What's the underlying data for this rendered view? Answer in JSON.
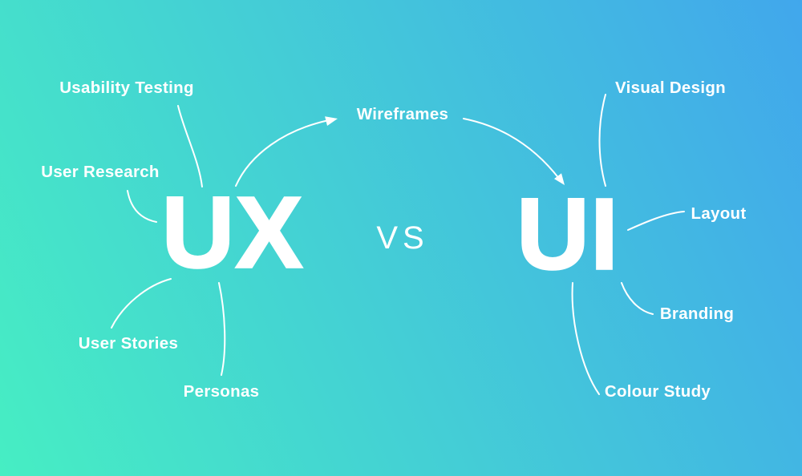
{
  "diagram": {
    "left_term": "UX",
    "separator": "VS",
    "right_term": "UI",
    "ux_branches": [
      "Usability Testing",
      "User Research",
      "User Stories",
      "Personas"
    ],
    "shared_branch": "Wireframes",
    "ui_branches": [
      "Visual Design",
      "Layout",
      "Branding",
      "Colour Study"
    ],
    "colors": {
      "gradient_start": "#46eec3",
      "gradient_end": "#41a7ec",
      "text": "#ffffff",
      "line": "#ffffff"
    }
  }
}
